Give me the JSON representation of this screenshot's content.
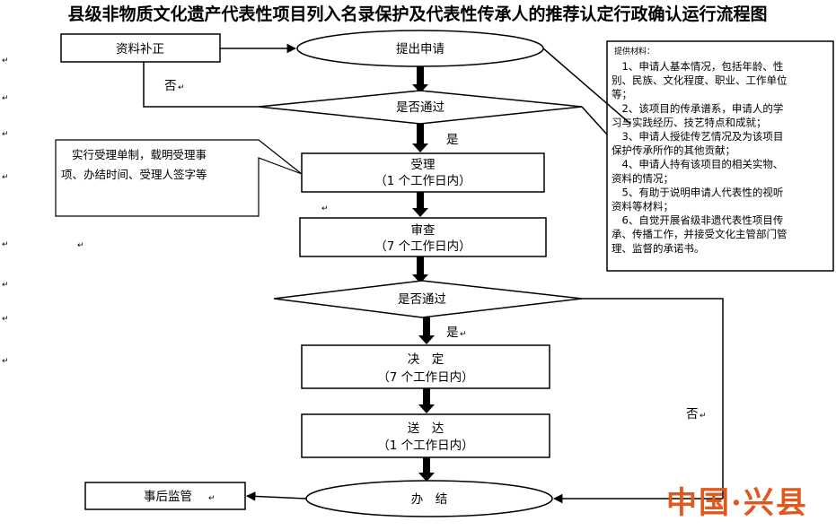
{
  "title": "县级非物质文化遗产代表性项目列入名录保护及代表性传承人的推荐认定行政确认运行流程图",
  "nodes": {
    "submit_application": "提出申请",
    "supplement": "资料补正",
    "check1": "是否通过",
    "accept": [
      "受理",
      "（1 个工作日内）"
    ],
    "review": [
      "审查",
      "（7 个工作日内）"
    ],
    "check2": "是否通过",
    "decide": [
      "决　定",
      "（7 个工作日内）"
    ],
    "deliver": [
      "送　达",
      "（1 个工作日内）"
    ],
    "complete": "办　结",
    "supervision": "事后监管"
  },
  "labels": {
    "no1": "否",
    "yes1": "是",
    "yes2": "是",
    "no2": "否"
  },
  "accept_note": [
    "实行受理单制，载明受理事",
    "项、办结时间、受理人签字等"
  ],
  "materials": {
    "heading": "提供材料：",
    "lines": [
      "　1、申请人基本情况，包括年龄、性",
      "别、民族、文化程度、职业、工作单位",
      "等；",
      "　2、该项目的传承谱系，申请人的学",
      "习与实践经历、技艺特点和成就；",
      "　3、申请人授徒传艺情况及为该项目",
      "保护传承所作的其他贡献；",
      "　4、申请人持有该项目的相关实物、",
      "资料的情况；",
      "　5、有助于说明申请人代表性的视听",
      "资料等材料；",
      "　6、自觉开展省级非遗代表性项目传",
      "承、传播工作，并接受文化主管部门管",
      "理、监督的承诺书。"
    ]
  },
  "watermark": "中国·兴县",
  "colors": {
    "line": "#000000",
    "brand": "#e0581c"
  }
}
